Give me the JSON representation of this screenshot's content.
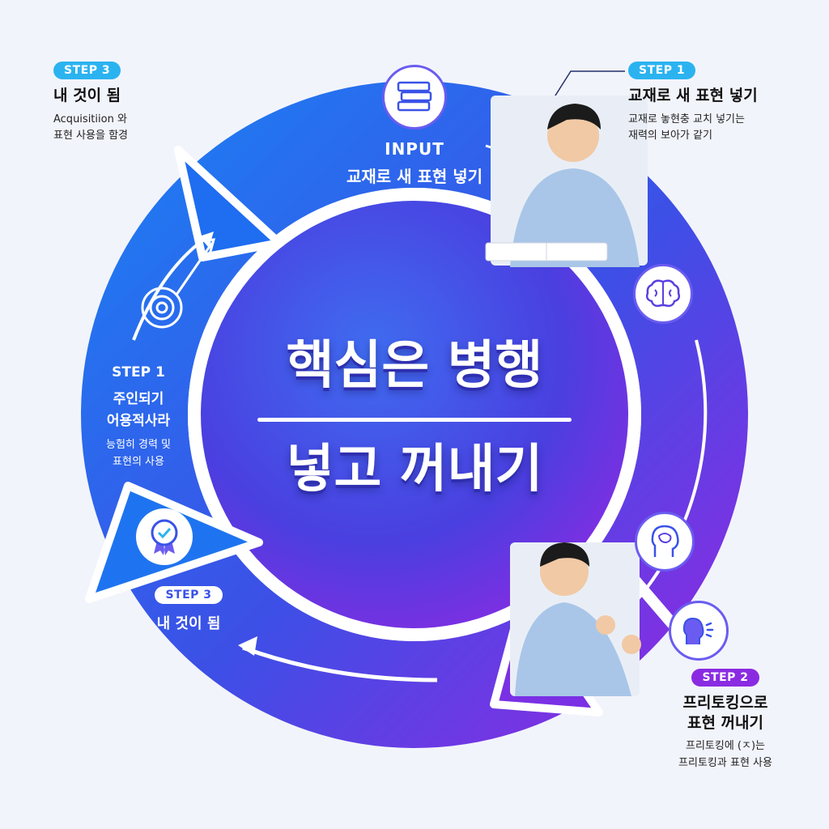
{
  "center": {
    "title_top": "핵심은 병행",
    "title_bottom": "넣고 꺼내기"
  },
  "input_section": {
    "label": "INPUT",
    "text": "교재로 새 표현 넣기"
  },
  "step1_right": {
    "badge": "STEP 1",
    "title": "교재로 새 표현 넣기",
    "desc_line1": "교재로 놓현충 교치 넣기는",
    "desc_line2": "재력의 보아가 같기"
  },
  "step3_topleft": {
    "badge": "STEP 3",
    "title": "내 것이 됨",
    "desc_line1": "Acquisitiion 와",
    "desc_line2": "표현 사용을 함경"
  },
  "step1_left": {
    "badge": "STEP 1",
    "title_line1": "주인되기",
    "title_line2": "어용적사라",
    "desc_line1": "능험히 경력 및",
    "desc_line2": "표현의 사용"
  },
  "step3_bottom": {
    "badge": "STEP 3",
    "title": "내 것이 됨"
  },
  "step2_right": {
    "badge": "STEP 2",
    "title_line1": "프리토킹으로",
    "title_line2": "표현 꺼내기",
    "desc_line1": "프리토킹에 (ㅈ)는",
    "desc_line2": "프리토킹과 표현 사용"
  },
  "icons": {
    "input": "stacked-books-icon",
    "brain": "brain-icon",
    "head": "head-brain-icon",
    "speaking": "speaking-head-icon",
    "spiral": "spiral-growth-icon",
    "badge": "award-badge-icon"
  },
  "colors": {
    "ring_start": "#1f6df0",
    "ring_end": "#8a2be2",
    "badge_blue": "#2bb3f0",
    "badge_purple": "#8a2be2"
  }
}
